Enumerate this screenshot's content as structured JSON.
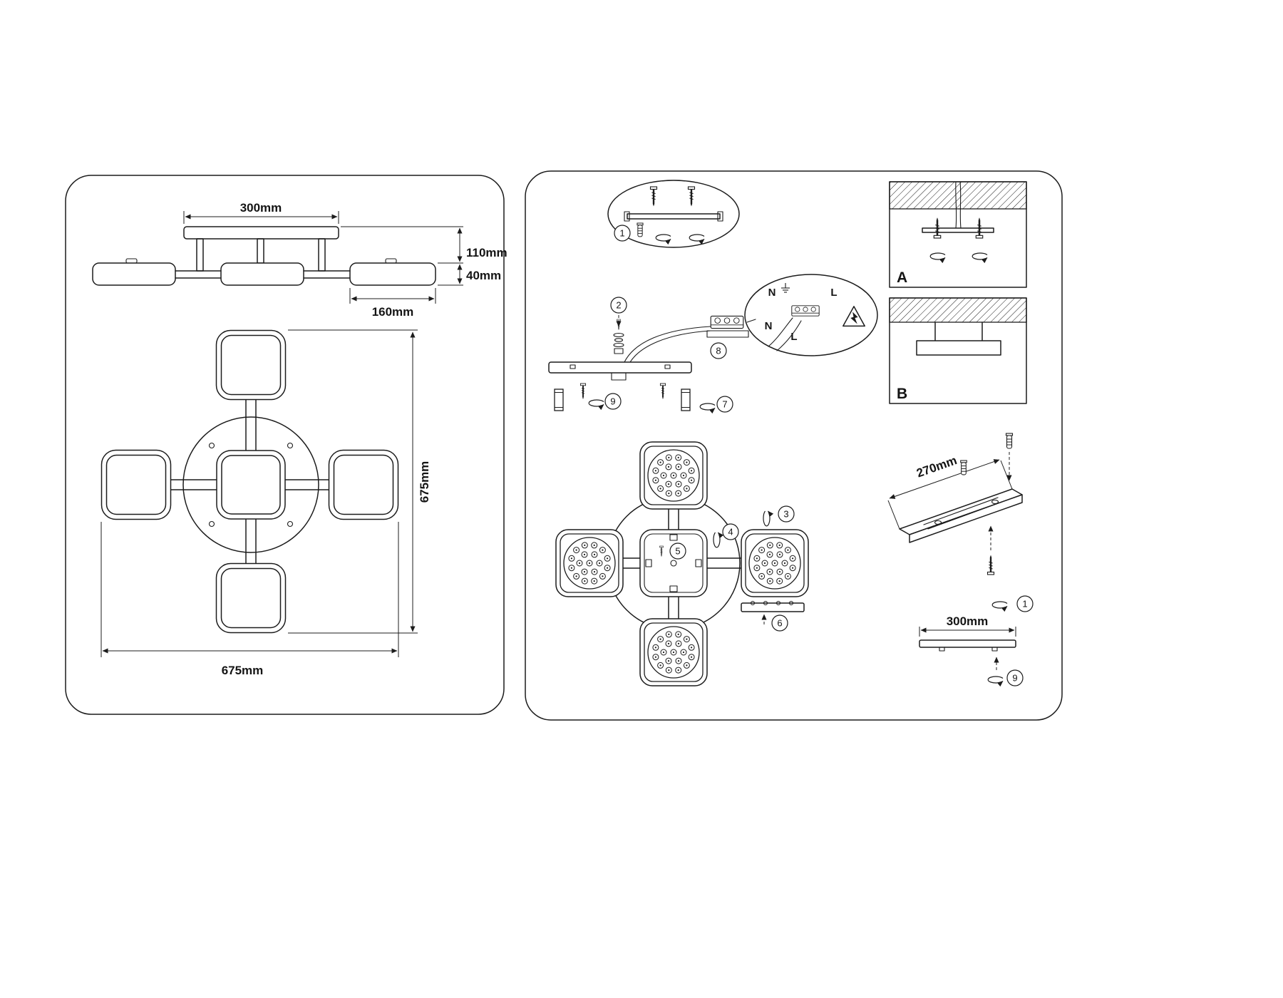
{
  "left_panel": {
    "side_view": {
      "dim_width_top": "300mm",
      "dim_height_upper": "110mm",
      "dim_height_lower": "40mm",
      "dim_head_width": "160mm"
    },
    "top_view": {
      "dim_height_right": "675mm",
      "dim_width_bottom": "675mm"
    }
  },
  "right_panel": {
    "step_labels": {
      "step1": "1",
      "step2": "2",
      "step3": "3",
      "step4": "4",
      "step5": "5",
      "step6": "6",
      "step7": "7",
      "step8": "8",
      "step9": "9",
      "step1_bracket": "1",
      "step9_base": "9"
    },
    "wiring_detail": {
      "n_top": "N",
      "l_top": "L",
      "n_mid": "N",
      "l_mid": "L"
    },
    "mount_sections": {
      "a_label": "A",
      "b_label": "B"
    },
    "bracket_dim": "270mm",
    "base_dim": "300mm"
  }
}
